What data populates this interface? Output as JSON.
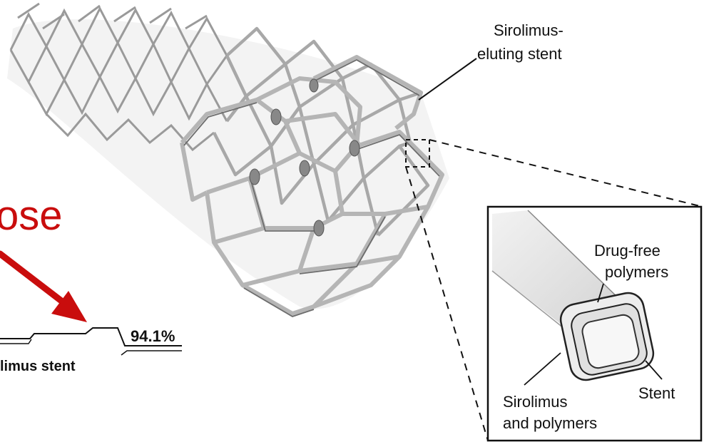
{
  "overlay": {
    "partial_word": "ose",
    "accent_color": "#c90d0d"
  },
  "curve_excerpt": {
    "value_label": "94.1%",
    "series_label": "limus stent"
  },
  "callouts": {
    "stent_name": [
      "Sirolimus-",
      "eluting stent"
    ],
    "inset_outer": [
      "Drug-free",
      "polymers"
    ],
    "inset_core": "Stent",
    "inset_middle": [
      "Sirolimus",
      "and polymers"
    ]
  },
  "colors": {
    "line": "#111111",
    "wire": "#bdbdbd",
    "wire_shadow": "#7a7a7a",
    "inset_fill": "#e9e9e9"
  }
}
